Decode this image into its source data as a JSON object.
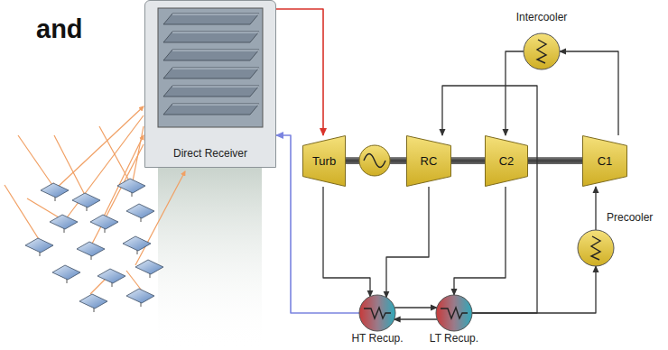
{
  "diagram": {
    "title": "and",
    "nodes": [
      {
        "text": [
          "Direct Receiver"
        ]
      },
      {
        "text": [
          "Turb"
        ]
      },
      {
        "text": [
          "RC"
        ]
      },
      {
        "text": [
          "C2"
        ]
      },
      {
        "text": [
          "C1"
        ]
      },
      {
        "text": [
          "Intercooler"
        ]
      },
      {
        "text": [
          "Precooler"
        ]
      },
      {
        "text": [
          "HT Recup."
        ]
      },
      {
        "text": [
          "LT Recup."
        ]
      }
    ],
    "edges": [
      {
        "from": 0,
        "to": 1,
        "arrow": "to"
      },
      {
        "from": 7,
        "to": 0,
        "arrow": "to"
      },
      {
        "from": 1,
        "to": 7,
        "arrow": "to"
      },
      {
        "from": 7,
        "to": 8,
        "arrow": "to"
      },
      {
        "from": 8,
        "to": 6,
        "arrow": "to"
      },
      {
        "from": 8,
        "to": 2,
        "arrow": "to"
      },
      {
        "from": 6,
        "to": 4,
        "arrow": "to"
      },
      {
        "from": 4,
        "to": 5,
        "arrow": "to"
      },
      {
        "from": 5,
        "to": 3,
        "arrow": "to"
      },
      {
        "from": 3,
        "to": 8,
        "arrow": "to"
      },
      {
        "from": 2,
        "to": 7,
        "arrow": "to"
      },
      {
        "from": 8,
        "to": 7,
        "arrow": "to"
      }
    ]
  }
}
